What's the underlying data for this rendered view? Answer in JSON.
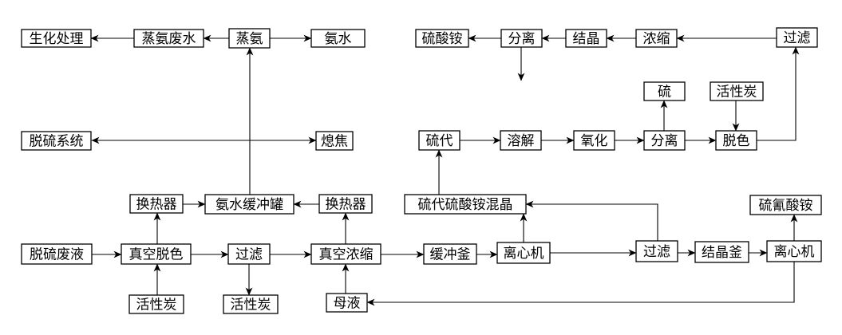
{
  "diagram": {
    "nodes": [
      {
        "id": "bio-treatment",
        "label": "生化处理"
      },
      {
        "id": "ammonia-wastewater",
        "label": "蒸氨废水"
      },
      {
        "id": "ammonia-stripping",
        "label": "蒸氨"
      },
      {
        "id": "ammonia-water",
        "label": "氨水"
      },
      {
        "id": "ammonium-sulfate",
        "label": "硫酸铵"
      },
      {
        "id": "separation-top",
        "label": "分离"
      },
      {
        "id": "crystallization",
        "label": "结晶"
      },
      {
        "id": "concentration",
        "label": "浓缩"
      },
      {
        "id": "filtration-top",
        "label": "过滤"
      },
      {
        "id": "sulfur",
        "label": "硫"
      },
      {
        "id": "activated-carbon-top",
        "label": "活性炭"
      },
      {
        "id": "desulfurization-system",
        "label": "脱硫系统"
      },
      {
        "id": "coke-quench",
        "label": "熄焦"
      },
      {
        "id": "thiosulfate",
        "label": "硫代"
      },
      {
        "id": "dissolution",
        "label": "溶解"
      },
      {
        "id": "oxidation",
        "label": "氧化"
      },
      {
        "id": "separation-mid",
        "label": "分离"
      },
      {
        "id": "decolorization-top",
        "label": "脱色"
      },
      {
        "id": "heat-exchanger-left",
        "label": "换热器"
      },
      {
        "id": "ammonia-buffer-tank",
        "label": "氨水缓冲罐"
      },
      {
        "id": "heat-exchanger-right",
        "label": "换热器"
      },
      {
        "id": "mixed-crystal",
        "label": "硫代硫酸铵混晶"
      },
      {
        "id": "ammonium-thiocyanate",
        "label": "硫氰酸铵"
      },
      {
        "id": "waste-liquor",
        "label": "脱硫废液"
      },
      {
        "id": "vacuum-decolorization",
        "label": "真空脱色"
      },
      {
        "id": "filtration-mid",
        "label": "过滤"
      },
      {
        "id": "vacuum-concentration",
        "label": "真空浓缩"
      },
      {
        "id": "buffer-kettle",
        "label": "缓冲釜"
      },
      {
        "id": "centrifuge-mid",
        "label": "离心机"
      },
      {
        "id": "filtration-right",
        "label": "过滤"
      },
      {
        "id": "crystallizer",
        "label": "结晶釜"
      },
      {
        "id": "centrifuge-right",
        "label": "离心机"
      },
      {
        "id": "activated-carbon-in",
        "label": "活性炭"
      },
      {
        "id": "activated-carbon-out",
        "label": "活性炭"
      },
      {
        "id": "mother-liquor",
        "label": "母液"
      }
    ],
    "edges": [
      {
        "from": "ammonia-wastewater",
        "to": "bio-treatment"
      },
      {
        "from": "ammonia-stripping",
        "to": "ammonia-wastewater"
      },
      {
        "from": "ammonia-stripping",
        "to": "ammonia-water"
      },
      {
        "from": "separation-top",
        "to": "ammonium-sulfate"
      },
      {
        "from": "crystallization",
        "to": "separation-top"
      },
      {
        "from": "concentration",
        "to": "crystallization"
      },
      {
        "from": "filtration-top",
        "to": "concentration"
      },
      {
        "from": "separation-top",
        "to": "dissolution"
      },
      {
        "from": "decolorization-top",
        "to": "filtration-top"
      },
      {
        "from": "separation-mid",
        "to": "sulfur"
      },
      {
        "from": "activated-carbon-top",
        "to": "decolorization-top"
      },
      {
        "from": "desulfurization-system",
        "to": "coke-quench",
        "bidirectional": true
      },
      {
        "from": "thiosulfate",
        "to": "dissolution"
      },
      {
        "from": "dissolution",
        "to": "oxidation"
      },
      {
        "from": "oxidation",
        "to": "separation-mid"
      },
      {
        "from": "separation-mid",
        "to": "decolorization-top"
      },
      {
        "from": "mixed-crystal",
        "to": "thiosulfate"
      },
      {
        "from": "heat-exchanger-left",
        "to": "ammonia-buffer-tank"
      },
      {
        "from": "heat-exchanger-right",
        "to": "ammonia-buffer-tank"
      },
      {
        "from": "ammonia-buffer-tank",
        "to": "ammonia-stripping"
      },
      {
        "from": "vacuum-decolorization",
        "to": "heat-exchanger-left"
      },
      {
        "from": "vacuum-concentration",
        "to": "heat-exchanger-right"
      },
      {
        "from": "waste-liquor",
        "to": "vacuum-decolorization"
      },
      {
        "from": "vacuum-decolorization",
        "to": "filtration-mid"
      },
      {
        "from": "filtration-mid",
        "to": "vacuum-concentration"
      },
      {
        "from": "vacuum-concentration",
        "to": "buffer-kettle"
      },
      {
        "from": "buffer-kettle",
        "to": "centrifuge-mid"
      },
      {
        "from": "centrifuge-mid",
        "to": "filtration-right"
      },
      {
        "from": "centrifuge-mid",
        "to": "mixed-crystal"
      },
      {
        "from": "filtration-right",
        "to": "mixed-crystal"
      },
      {
        "from": "filtration-right",
        "to": "crystallizer"
      },
      {
        "from": "crystallizer",
        "to": "centrifuge-right"
      },
      {
        "from": "centrifuge-right",
        "to": "ammonium-thiocyanate"
      },
      {
        "from": "centrifuge-right",
        "to": "mother-liquor"
      },
      {
        "from": "activated-carbon-in",
        "to": "vacuum-decolorization"
      },
      {
        "from": "filtration-mid",
        "to": "activated-carbon-out"
      },
      {
        "from": "mother-liquor",
        "to": "vacuum-concentration"
      }
    ]
  }
}
